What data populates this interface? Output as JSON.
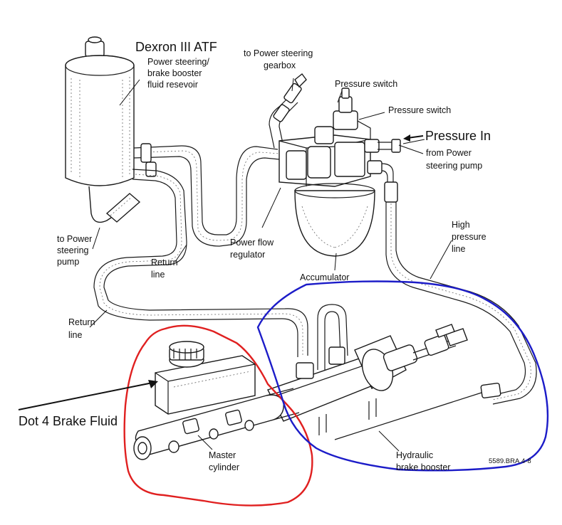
{
  "labels": {
    "fluid_atf": "Dexron III ATF",
    "reservoir": [
      "Power steering/",
      "brake booster",
      "fluid resevoir"
    ],
    "to_gearbox": [
      "to Power steering",
      "gearbox"
    ],
    "pressure_switch_top": "Pressure switch",
    "pressure_switch_right": "Pressure switch",
    "pressure_in": "Pressure In",
    "from_pump": [
      "from Power",
      "steering pump"
    ],
    "to_pump": [
      "to Power",
      "steering",
      "pump"
    ],
    "return_line_mid": [
      "Return",
      "line"
    ],
    "power_flow": [
      "Power flow",
      "regulator"
    ],
    "accumulator": "Accumulator",
    "high_pressure": [
      "High",
      "pressure",
      "line"
    ],
    "return_line_left": [
      "Return",
      "line"
    ],
    "dot4": "Dot 4 Brake Fluid",
    "master": [
      "Master",
      "cylinder"
    ],
    "hydraulic": [
      "Hydraulic",
      "brake booster"
    ],
    "code": "5589.BRA.4-8"
  },
  "colors": {
    "red_outline": "#e02020",
    "blue_outline": "#1c1cc8",
    "ink": "#1a1a1a"
  }
}
